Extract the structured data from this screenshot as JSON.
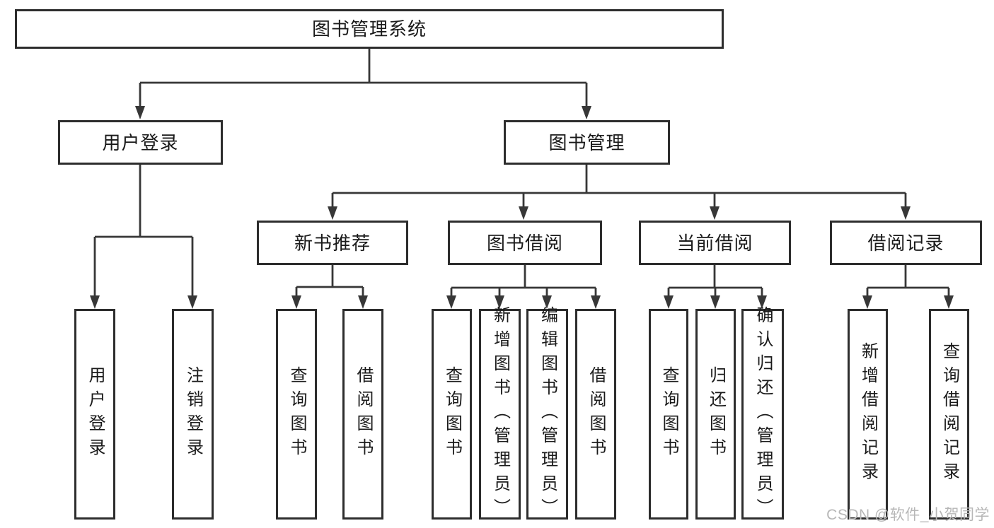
{
  "watermark": "CSDN @软件_小贺同学",
  "nodes": {
    "root": "图书管理系统",
    "user_login": {
      "label": "用户登录",
      "children": {
        "login": "用户登录",
        "logout": "注销登录"
      }
    },
    "book_management": {
      "label": "图书管理",
      "sections": {
        "new_book_recommendation": {
          "label": "新书推荐",
          "children": {
            "query_books": "查询图书",
            "borrow_books": "借阅图书"
          }
        },
        "book_borrowing": {
          "label": "图书借阅",
          "children": {
            "query_books": "查询图书",
            "add_books": "新增图书（管理员）",
            "edit_books": "编辑图书（管理员）",
            "borrow_books": "借阅图书"
          }
        },
        "current_borrowing": {
          "label": "当前借阅",
          "children": {
            "query_books": "查询图书",
            "return_books": "归还图书",
            "confirm_return": "确认归还（管理员）"
          }
        },
        "borrowing_records": {
          "label": "借阅记录",
          "children": {
            "add_record": "新增借阅记录",
            "query_record": "查询借阅记录"
          }
        }
      }
    }
  }
}
